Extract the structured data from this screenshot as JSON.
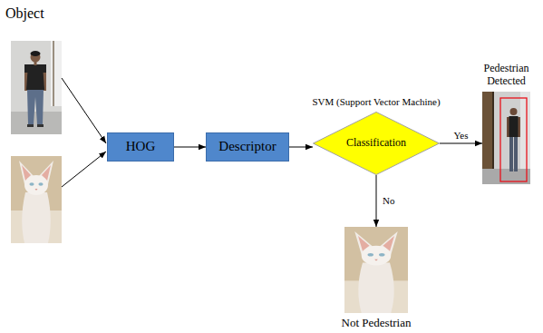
{
  "diagram": {
    "nodes": [
      {
        "text": [
          "HOG"
        ]
      },
      {
        "text": [
          "Descriptor"
        ]
      },
      {
        "text": [
          "SVM (Support Vector Machine)",
          "Classification"
        ]
      },
      {
        "text": [
          "Pedestrian Detected"
        ]
      },
      {
        "text": [
          "Not Pedestrian"
        ]
      }
    ],
    "edges": [
      {
        "from": 0,
        "to": 1,
        "arrow": "to"
      },
      {
        "from": 1,
        "to": 2,
        "arrow": "to"
      },
      {
        "from": 2,
        "to": 3,
        "label": "Yes",
        "arrow": "to"
      },
      {
        "from": 2,
        "to": 4,
        "label": "No",
        "arrow": "to"
      }
    ],
    "labels": [
      "Object"
    ]
  }
}
